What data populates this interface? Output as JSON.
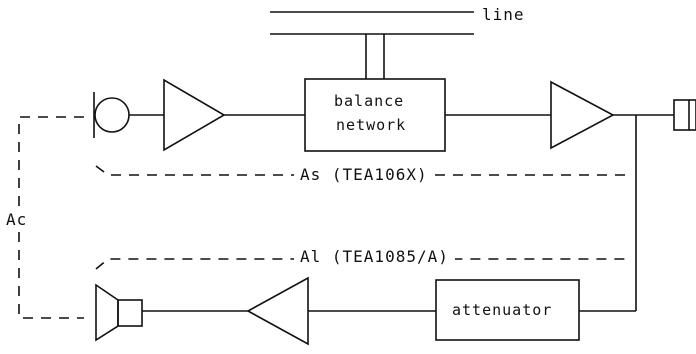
{
  "labels": {
    "line": "line",
    "balance_network_1": "balance",
    "balance_network_2": "network",
    "as_path": "As (TEA106X)",
    "ac_path": "Ac",
    "al_path": "Al (TEA1085/A)",
    "attenuator": "attenuator"
  }
}
